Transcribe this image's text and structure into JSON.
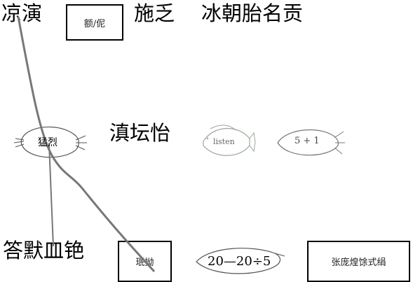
{
  "top": {
    "left_text": "凉演",
    "box_text": "额/伲",
    "mid_text": "施乏",
    "right_text": "冰朝胎名贡"
  },
  "middle": {
    "radish_label": "猛烈",
    "center_text": "滇坛怡",
    "fish_label": "listen",
    "leaf_label": "5 + 1"
  },
  "bottom": {
    "left_text": "答默皿铯",
    "box_text": "珉拗",
    "leaf_label": "20—20÷5",
    "right_box_text": "张庞煌馀式绢"
  },
  "colors": {
    "line": "#777777",
    "fish_stroke": "#9aa89a",
    "leaf_stroke": "#777777"
  }
}
